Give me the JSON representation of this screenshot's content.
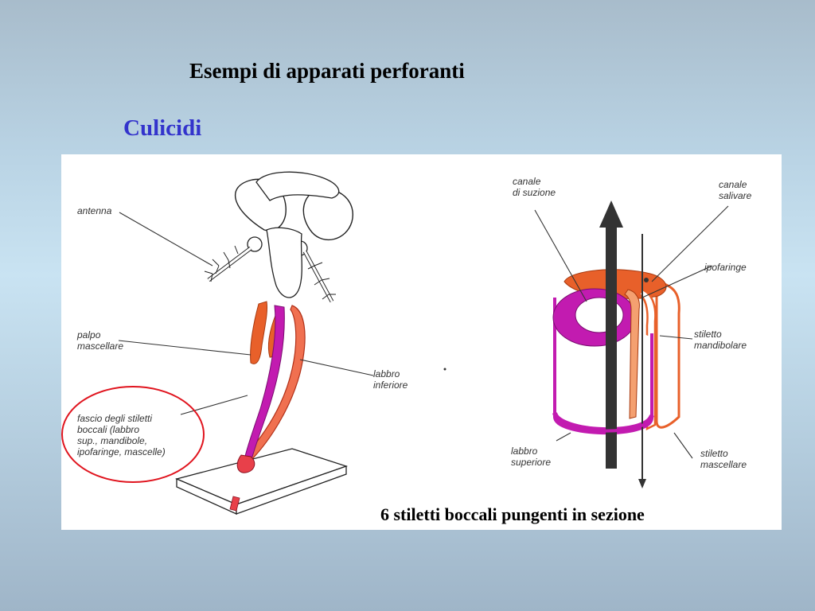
{
  "slide": {
    "title": "Esempi di apparati perforanti",
    "subtitle": "Culicidi",
    "caption": "6 stiletti boccali pungenti in sezione"
  },
  "left_diagram": {
    "labels": {
      "antenna": "antenna",
      "palpo_1": "palpo",
      "palpo_2": "mascellare",
      "labbro_inf_1": "labbro",
      "labbro_inf_2": "inferiore",
      "fascio_1": "fascio degli stiletti",
      "fascio_2": "boccali (labbro",
      "fascio_3": "sup., mandibole,",
      "fascio_4": "ipofaringe, mascelle)"
    }
  },
  "right_diagram": {
    "labels": {
      "canale_suzione_1": "canale",
      "canale_suzione_2": "di suzione",
      "canale_salivare_1": "canale",
      "canale_salivare_2": "salivare",
      "ipofaringe": "ipofaringe",
      "stiletto_mand_1": "stiletto",
      "stiletto_mand_2": "mandibolare",
      "labbro_sup_1": "labbro",
      "labbro_sup_2": "superiore",
      "stiletto_masc_1": "stiletto",
      "stiletto_masc_2": "mascellare"
    }
  },
  "colors": {
    "labrum_magenta": "#c21bb0",
    "stylet_orange": "#e8602a",
    "highlight_circle": "#e0141e",
    "subtitle_blue": "#3333cc"
  }
}
